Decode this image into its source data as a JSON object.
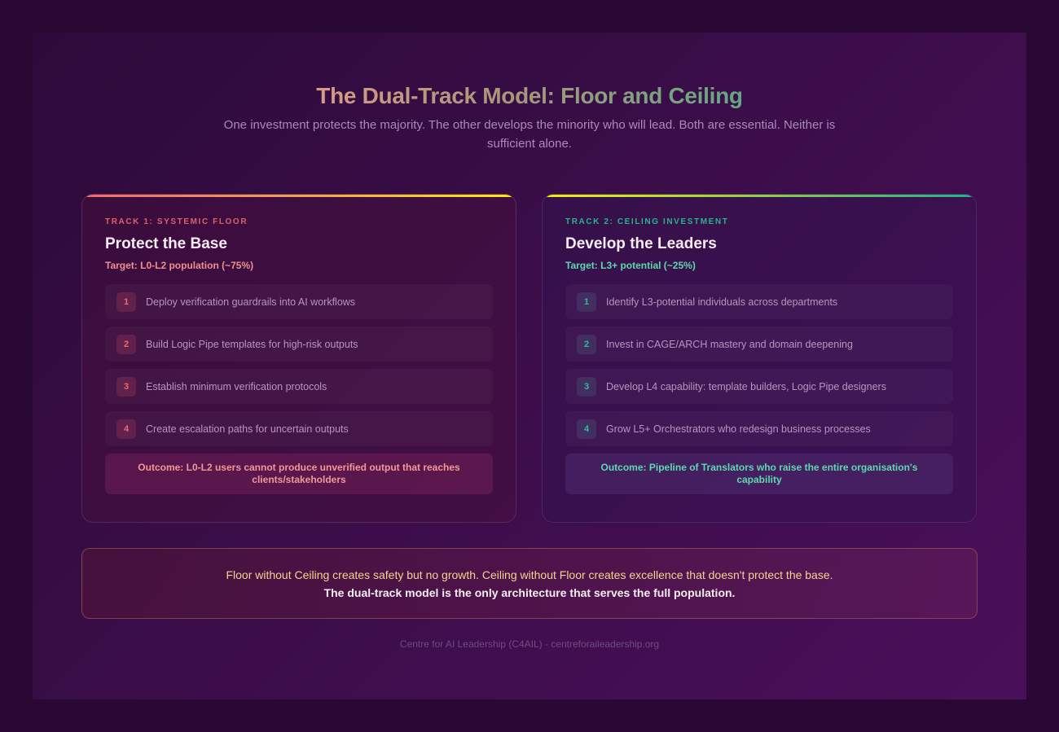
{
  "header": {
    "title": "The Dual-Track Model: Floor and Ceiling",
    "subtitle": "One investment protects the majority. The other develops the minority who will lead. Both are essential. Neither is sufficient alone."
  },
  "tracks": [
    {
      "label": "TRACK 1: SYSTEMIC FLOOR",
      "title": "Protect the Base",
      "target": "Target: L0-L2 population (~75%)",
      "accent_color": "#e0606a",
      "steps": [
        {
          "num": "1",
          "text": "Deploy verification guardrails into AI workflows"
        },
        {
          "num": "2",
          "text": "Build Logic Pipe templates for high-risk outputs"
        },
        {
          "num": "3",
          "text": "Establish minimum verification protocols"
        },
        {
          "num": "4",
          "text": "Create escalation paths for uncertain outputs"
        }
      ],
      "outcome": "Outcome: L0-L2 users cannot produce unverified output that reaches clients/stakeholders"
    },
    {
      "label": "TRACK 2: CEILING INVESTMENT",
      "title": "Develop the Leaders",
      "target": "Target: L3+ potential (~25%)",
      "accent_color": "#25b58a",
      "steps": [
        {
          "num": "1",
          "text": "Identify L3-potential individuals across departments"
        },
        {
          "num": "2",
          "text": "Invest in CAGE/ARCH mastery and domain deepening"
        },
        {
          "num": "3",
          "text": "Develop L4 capability: template builders, Logic Pipe designers"
        },
        {
          "num": "4",
          "text": "Grow L5+ Orchestrators who redesign business processes"
        }
      ],
      "outcome": "Outcome: Pipeline of Translators who raise the entire organisation's capability"
    }
  ],
  "summary": {
    "line1": "Floor without Ceiling creates safety but no growth. Ceiling without Floor creates excellence that doesn't protect the base.",
    "line2": "The dual-track model is the only architecture that serves the full population."
  },
  "footer": {
    "text": "Centre for AI Leadership (C4AIL) - centreforaileadership.org"
  }
}
